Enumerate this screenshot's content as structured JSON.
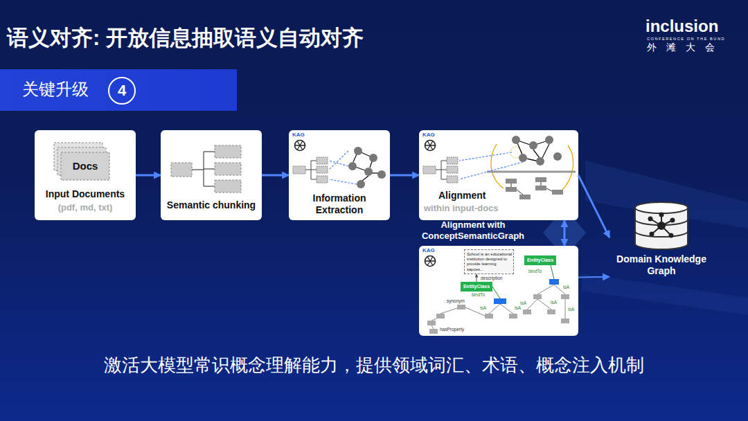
{
  "diagram": {
    "title": "语义对齐: 开放信息抽取语义自动对齐",
    "caption": "激活大模型常识概念理解能力，提供领域词汇、术语、概念注入机制",
    "nodes": [
      {
        "text": [
          "Docs",
          "Input Documents",
          "(pdf, md, txt)"
        ]
      },
      {
        "text": [
          "Semantic chunking"
        ]
      },
      {
        "text": [
          "KAG",
          "Information Extraction"
        ]
      },
      {
        "text": [
          "KAG",
          "Alignment",
          "within input-docs"
        ]
      },
      {
        "text": [
          "Alignment with ConceptSemanticGraph",
          "KAG"
        ]
      },
      {
        "text": [
          "School is an educational institution designed to provide learning sapces..."
        ],
        "in": 4
      },
      {
        "text": [
          "EntityClass"
        ],
        "in": 4
      },
      {
        "text": [
          "EntityClass"
        ],
        "in": 4
      },
      {
        "text": [
          "Domain Knowledge Graph"
        ]
      }
    ],
    "edges": [
      {
        "from": 0,
        "to": 1,
        "arrow": "to"
      },
      {
        "from": 1,
        "to": 2,
        "arrow": "to"
      },
      {
        "from": 2,
        "to": 3,
        "arrow": "to"
      },
      {
        "from": 3,
        "to": 8,
        "arrow": "to"
      },
      {
        "from": 3,
        "to": 4,
        "arrow": "both"
      },
      {
        "from": 4,
        "to": 8,
        "arrow": "to"
      },
      {
        "from": 6,
        "to": 5,
        "label": "description",
        "arrow": "to"
      }
    ],
    "labels": [
      "inclusion",
      "CONFERENCE ON THE BUND",
      "外 滩 大 会",
      "关键升级",
      "4",
      "bindTo",
      "bindTo",
      "isA",
      "isA",
      "isA",
      "isA",
      "isA",
      "isA",
      "synonym",
      "hasProperty"
    ]
  }
}
